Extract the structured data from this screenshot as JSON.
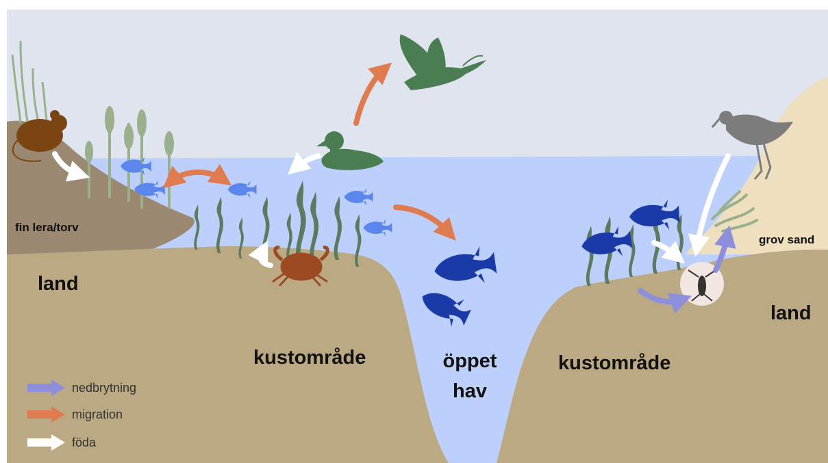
{
  "labels": {
    "fin_lera": "fin lera/torv",
    "grov_sand": "grov sand",
    "land_left": "land",
    "land_right": "land",
    "kust_left": "kustområde",
    "kust_right": "kustområde",
    "open_sea_line1": "öppet",
    "open_sea_line2": "hav"
  },
  "legend": [
    {
      "label": "nedbrytning",
      "color": "#8d8fdc"
    },
    {
      "label": "migration",
      "color": "#e07a4f"
    },
    {
      "label": "föda",
      "color": "#ffffff"
    }
  ],
  "colors": {
    "sky": "#dfe4ee",
    "water": "#bcd0fb",
    "land": "#bba983",
    "peat": "#9b8870",
    "sand": "#eedfbf",
    "reed": "#9ab08c",
    "seagrass": "#5b7a60",
    "fish_light": "#5b86ee",
    "fish_dark": "#1a3aa8",
    "duck": "#4a7e52",
    "mouse": "#7a4512",
    "crab": "#9c4a22",
    "wader": "#7c7c7c"
  },
  "icons": [
    "mouse-icon",
    "duck-icon",
    "flying-bird-icon",
    "wader-bird-icon",
    "crab-icon",
    "fish-icon",
    "amphipod-icon"
  ]
}
